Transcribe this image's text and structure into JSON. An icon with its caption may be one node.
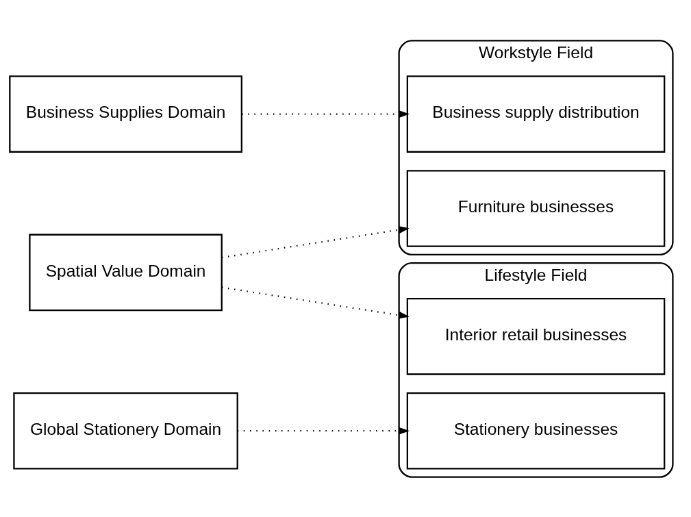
{
  "diagram": {
    "nodes": [
      {
        "text": [
          "Spatial Value Domain"
        ]
      },
      {
        "text": [
          "Business Supplies Domain"
        ]
      },
      {
        "text": [
          "Global Stationery Domain"
        ]
      },
      {
        "text": [
          "Workstyle Field"
        ]
      },
      {
        "text": [
          "Furniture businesses"
        ],
        "in": 3
      },
      {
        "text": [
          "Business supply distribution"
        ],
        "in": 3
      },
      {
        "text": [
          "Lifestyle Field"
        ]
      },
      {
        "text": [
          "Stationery businesses"
        ],
        "in": 6
      },
      {
        "text": [
          "Interior retail businesses"
        ],
        "in": 6
      }
    ],
    "edges": [
      {
        "from": 0,
        "to": 4,
        "arrow": "to"
      },
      {
        "from": 0,
        "to": 8,
        "arrow": "to"
      },
      {
        "from": 1,
        "to": 5,
        "arrow": "to"
      },
      {
        "from": 2,
        "to": 7,
        "arrow": "to"
      }
    ]
  }
}
